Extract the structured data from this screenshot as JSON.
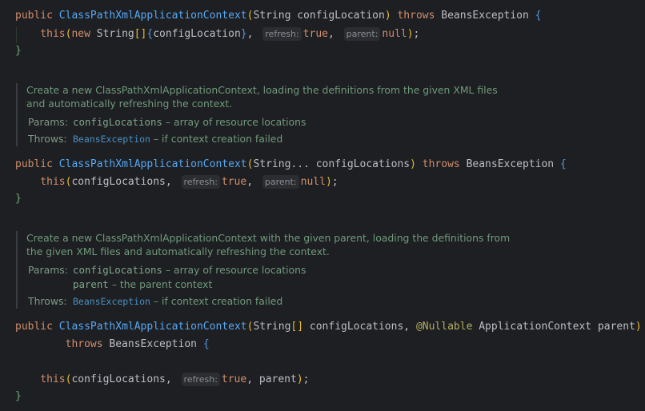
{
  "code_blocks": [
    {
      "lines": [
        [
          [
            "public ",
            "kw"
          ],
          [
            "ClassPathXmlApplicationContext",
            "fn"
          ],
          [
            "(",
            "b1"
          ],
          [
            "String configLocation",
            ""
          ],
          [
            ")",
            "b1"
          ],
          [
            " throws ",
            "kw"
          ],
          [
            "BeansException ",
            ""
          ],
          [
            "{",
            "b2"
          ]
        ],
        [
          [
            "    this",
            "kw"
          ],
          [
            "(",
            "b1"
          ],
          [
            "new ",
            "kw"
          ],
          [
            "String",
            ""
          ],
          [
            "[]",
            "b1"
          ],
          [
            "{",
            "b2"
          ],
          [
            "configLocation",
            ""
          ],
          [
            "}",
            "b2"
          ],
          [
            ", ",
            ""
          ],
          [
            "refresh:",
            "hint"
          ],
          [
            "true",
            "kw"
          ],
          [
            ", ",
            ""
          ],
          [
            "parent:",
            "hint"
          ],
          [
            "null",
            "kw"
          ],
          [
            ")",
            "b1"
          ],
          [
            ";",
            ""
          ]
        ],
        [
          [
            "}",
            "b3"
          ]
        ]
      ]
    },
    {
      "lines": [
        [
          [
            "public ",
            "kw"
          ],
          [
            "ClassPathXmlApplicationContext",
            "fn"
          ],
          [
            "(",
            "b1"
          ],
          [
            "String... configLocations",
            ""
          ],
          [
            ")",
            "b1"
          ],
          [
            " throws ",
            "kw"
          ],
          [
            "BeansException ",
            ""
          ],
          [
            "{",
            "b2"
          ]
        ],
        [
          [
            "    this",
            "kw"
          ],
          [
            "(",
            "b1"
          ],
          [
            "configLocations, ",
            ""
          ],
          [
            "refresh:",
            "hint"
          ],
          [
            "true",
            "kw"
          ],
          [
            ", ",
            ""
          ],
          [
            "parent:",
            "hint"
          ],
          [
            "null",
            "kw"
          ],
          [
            ")",
            "b1"
          ],
          [
            ";",
            ""
          ]
        ],
        [
          [
            "}",
            "b3"
          ]
        ]
      ]
    },
    {
      "lines": [
        [
          [
            "public ",
            "kw"
          ],
          [
            "ClassPathXmlApplicationContext",
            "fn"
          ],
          [
            "(",
            "b1"
          ],
          [
            "String",
            ""
          ],
          [
            "[]",
            "b1"
          ],
          [
            " configLocations, ",
            ""
          ],
          [
            "@Nullable",
            "an"
          ],
          [
            " ApplicationContext parent",
            ""
          ],
          [
            ")",
            "b1"
          ]
        ],
        [
          [
            "        throws ",
            "kw"
          ],
          [
            "BeansException ",
            ""
          ],
          [
            "{",
            "b2"
          ]
        ],
        [
          [
            "",
            ""
          ]
        ],
        [
          [
            "    this",
            "kw"
          ],
          [
            "(",
            "b1"
          ],
          [
            "configLocations, ",
            ""
          ],
          [
            "refresh:",
            "hint"
          ],
          [
            "true",
            "kw"
          ],
          [
            ", parent",
            ""
          ],
          [
            ")",
            "b1"
          ],
          [
            ";",
            ""
          ]
        ],
        [
          [
            "}",
            "b3"
          ]
        ]
      ]
    }
  ],
  "docs": [
    {
      "text1": "Create a new ClassPathXmlApplicationContext, loading the definitions from the given XML files",
      "text2": "and automatically refreshing the context.",
      "params_label": "Params:",
      "param1_name": "configLocations",
      "param1_desc": " – array of resource locations",
      "throws_label": "Throws:",
      "throws_name": "BeansException",
      "throws_desc": " – if context creation failed"
    },
    {
      "text1": "Create a new ClassPathXmlApplicationContext with the given parent, loading the definitions from",
      "text2": "the given XML files and automatically refreshing the context.",
      "params_label": "Params:",
      "param1_name": "configLocations",
      "param1_desc": " – array of resource locations",
      "param2_name": "parent",
      "param2_desc": " – the parent context",
      "throws_label": "Throws:",
      "throws_name": "BeansException",
      "throws_desc": " – if context creation failed"
    }
  ]
}
